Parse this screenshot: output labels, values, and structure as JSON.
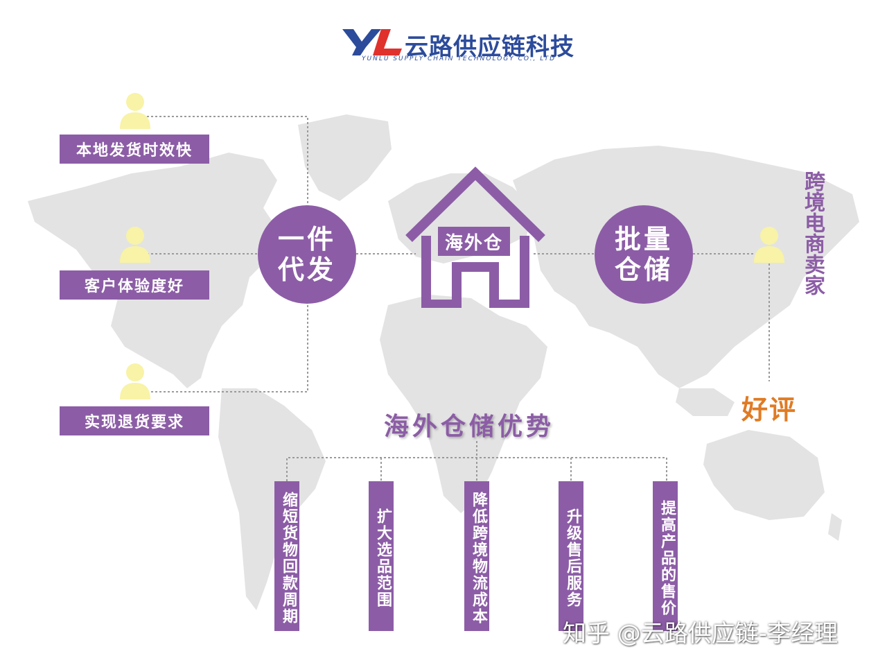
{
  "logo": {
    "mark": "YL",
    "name_cn": "云路供应链科技",
    "name_en": "YUNLU SUPPLY CHAIN TECHNOLOGY CO., LTD"
  },
  "left_benefits": [
    {
      "label": "本地发货时效快",
      "icon": "person-icon"
    },
    {
      "label": "客户体验度好",
      "icon": "person-icon"
    },
    {
      "label": "实现退货要求",
      "icon": "person-icon"
    }
  ],
  "circles": {
    "dropship": {
      "line1": "一件",
      "line2": "代发"
    },
    "bulk": {
      "line1": "批量",
      "line2": "仓储"
    }
  },
  "house": {
    "label": "海外仓",
    "icon": "house-icon"
  },
  "seller": {
    "title": "跨境电商卖家",
    "icon": "person-icon",
    "review": "好评"
  },
  "advantages": {
    "title": "海外仓储优势",
    "items": [
      "缩短货物回款周期",
      "扩大选品范围",
      "降低跨境物流成本",
      "升级售后服务",
      "提高产品的售价"
    ]
  },
  "watermark": "知乎 @云路供应链-李经理",
  "colors": {
    "purple": "#8c5da6",
    "brand_blue": "#2c4b9b",
    "brand_red": "#e0312d",
    "orange": "#e07b24",
    "person_yellow": "#f8f3a6",
    "map_gray": "#e3e3e3"
  }
}
